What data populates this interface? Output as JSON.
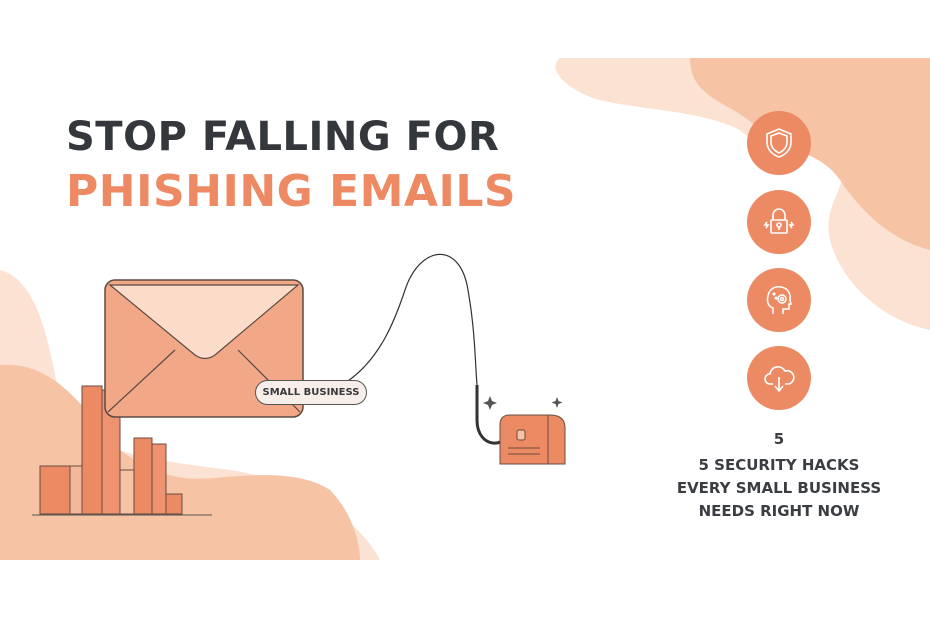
{
  "headline": {
    "line1": "STOP FALLING FOR",
    "line2": "PHISHING EMAILS"
  },
  "illustration": {
    "tag_label": "SMALL BUSINESS"
  },
  "icons": [
    "shield-icon",
    "lock-icon",
    "head-gear-icon",
    "cloud-download-icon"
  ],
  "subtitle": {
    "number": "5",
    "line1": "5 SECURITY HACKS",
    "line2": "EVERY SMALL BUSINESS",
    "line3": "NEEDS RIGHT NOW"
  },
  "colors": {
    "accent": "#ec8a63",
    "peach": "#f6c3a5",
    "light_peach": "#fbe2d2",
    "dark_text": "#34373b"
  }
}
